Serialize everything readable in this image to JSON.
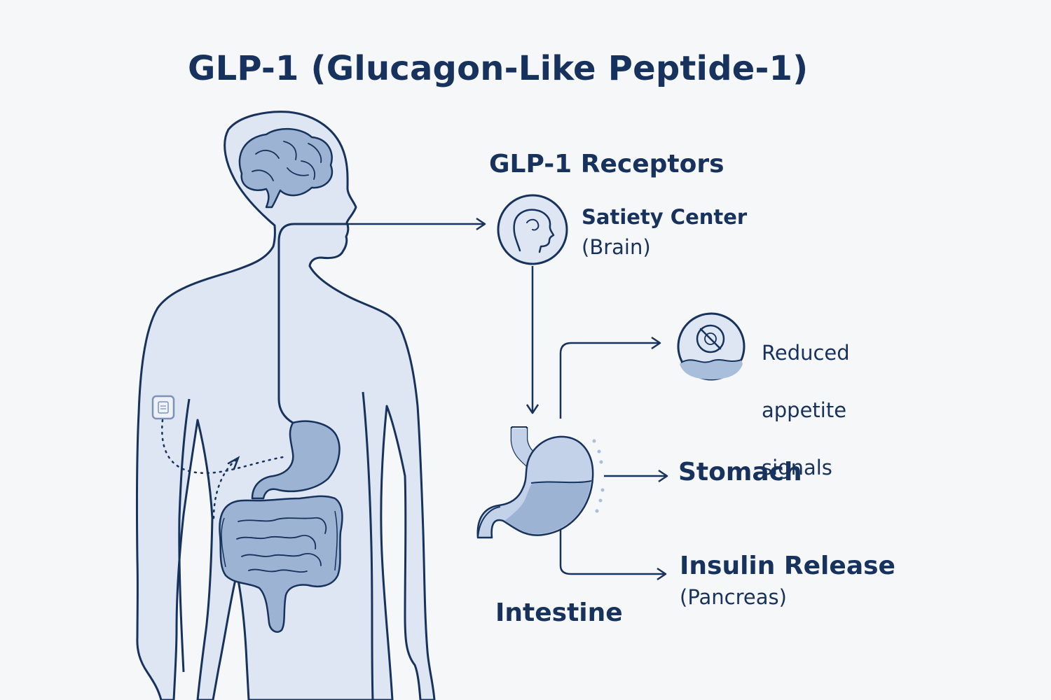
{
  "title": "GLP-1 (Glucagon-Like Peptide-1)",
  "receptors_heading": "GLP-1 Receptors",
  "satiety": {
    "label": "Satiety Center",
    "sublabel": "(Brain)"
  },
  "appetite": {
    "lines": [
      "Reduced",
      "appetite",
      "signals"
    ]
  },
  "stomach": {
    "label": "Stomach"
  },
  "insulin": {
    "label": "Insulin Release",
    "sublabel": "(Pancreas)"
  },
  "intestine": {
    "label": "Intestine"
  },
  "icons": {
    "head": "head-profile-icon",
    "no_food": "no-food-icon",
    "brain": "brain-icon",
    "injection_patch": "injection-patch-icon"
  },
  "colors": {
    "background": "#f6f7f9",
    "outline": "#17325c",
    "body_fill": "#dde6f2",
    "organ_fill": "#a9bedb",
    "organ_light": "#c3d2e8",
    "organ_dark": "#8fa8cb"
  }
}
